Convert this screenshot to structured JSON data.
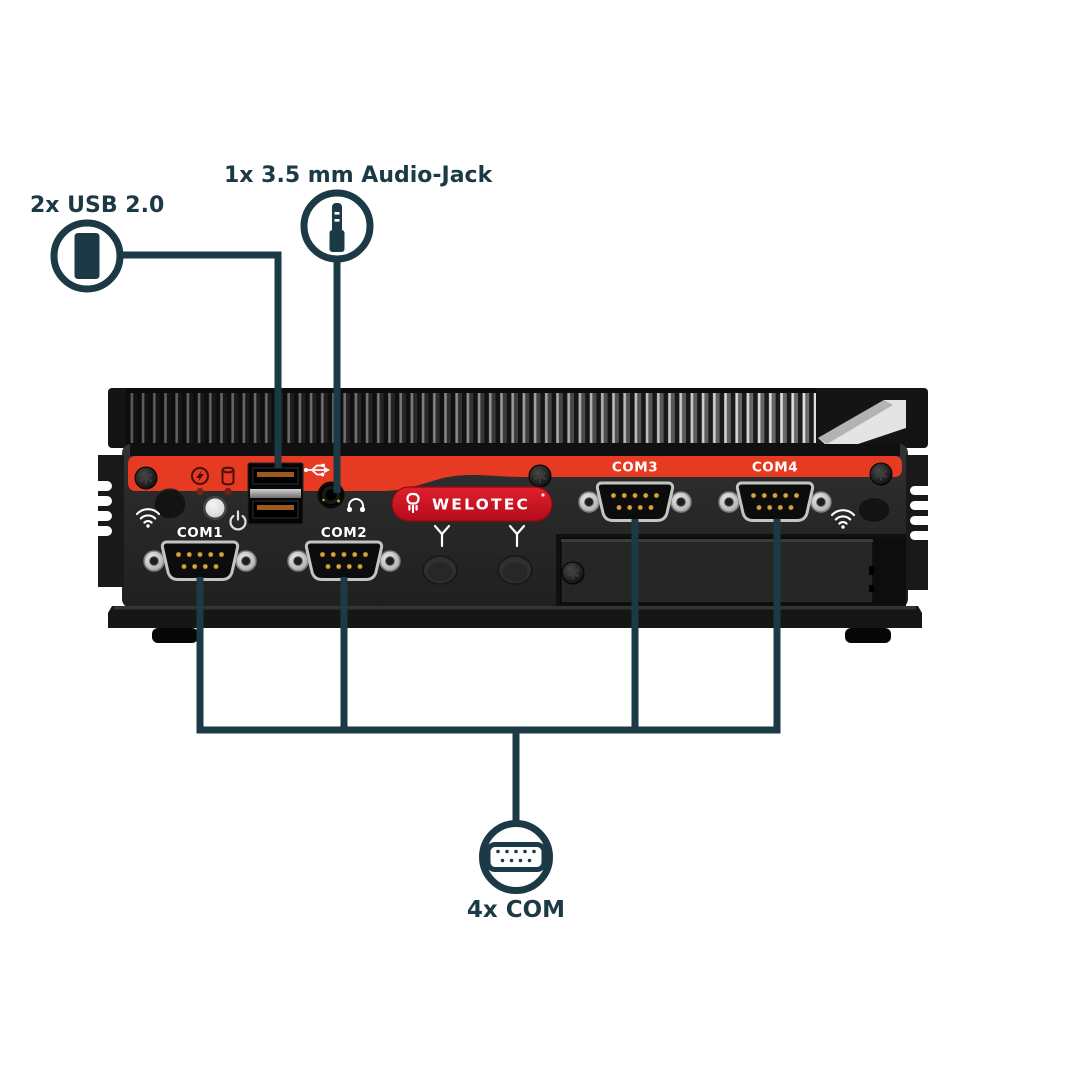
{
  "callouts": {
    "usb": {
      "label": "2x USB 2.0",
      "icon": "usb-connector-icon"
    },
    "audio": {
      "label": "1x 3.5 mm Audio-Jack",
      "icon": "audio-jack-icon"
    },
    "com": {
      "label": "4x COM",
      "icon": "db9-connector-icon"
    }
  },
  "device": {
    "brand": "WELOTEC",
    "com_labels": [
      "COM1",
      "COM2",
      "COM3",
      "COM4"
    ],
    "front_icons": [
      "power-led-icon",
      "hdd-led-icon",
      "usb-symbol-icon",
      "headphones-icon",
      "power-icon",
      "wifi-icon",
      "antenna-icon"
    ]
  },
  "colors": {
    "callout_teal": "#1b3a45",
    "panel_red": "#e63a22",
    "logo_red": "#c40e1c",
    "panel_black": "#262626",
    "pin_gold": "#d8a43f"
  }
}
